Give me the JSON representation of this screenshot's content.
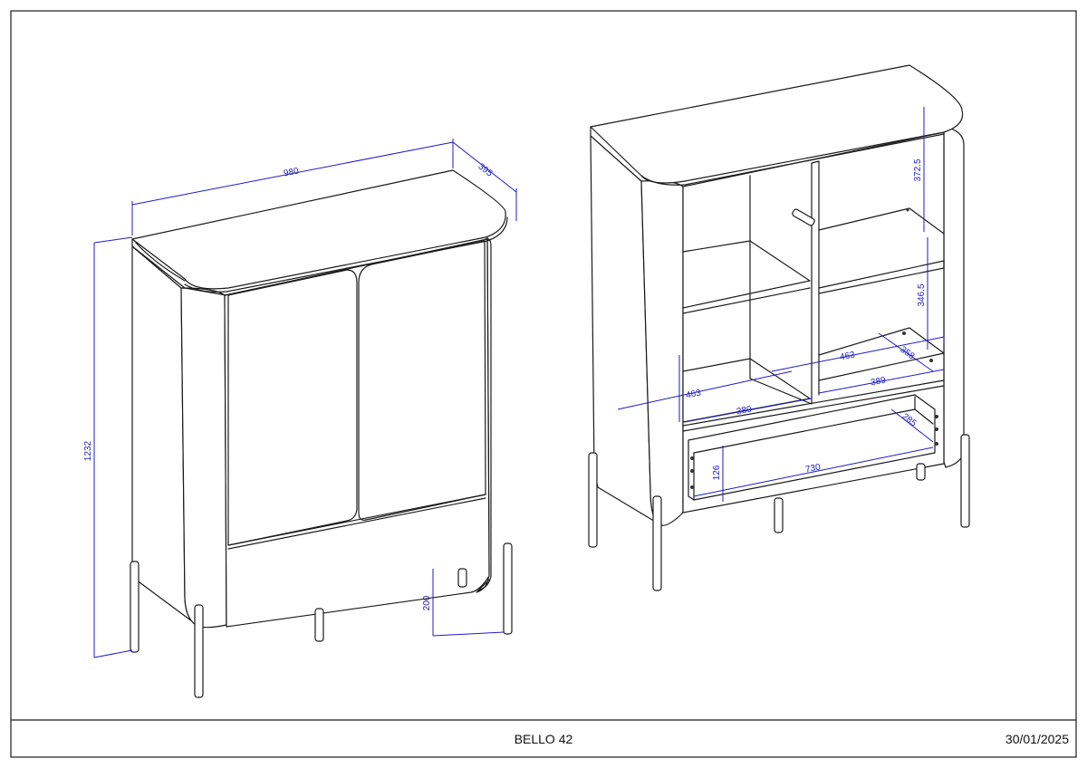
{
  "title_block": {
    "model": "BELLO 42",
    "date": "30/01/2025"
  },
  "dimensions": {
    "width": "980",
    "depth": "395",
    "height": "1232",
    "leg_height": "200",
    "shelf_upper_height": "372.5",
    "shelf_lower_height": "346.5",
    "inner_width_left": "463",
    "inner_width_right": "463",
    "shelf_width_left": "389",
    "shelf_width_right": "389",
    "shelf_depth": "358",
    "drawer_width": "730",
    "drawer_height": "126",
    "drawer_depth": "285"
  },
  "colors": {
    "dimension": "#1c1cc8",
    "outline": "#1a1a1a"
  }
}
